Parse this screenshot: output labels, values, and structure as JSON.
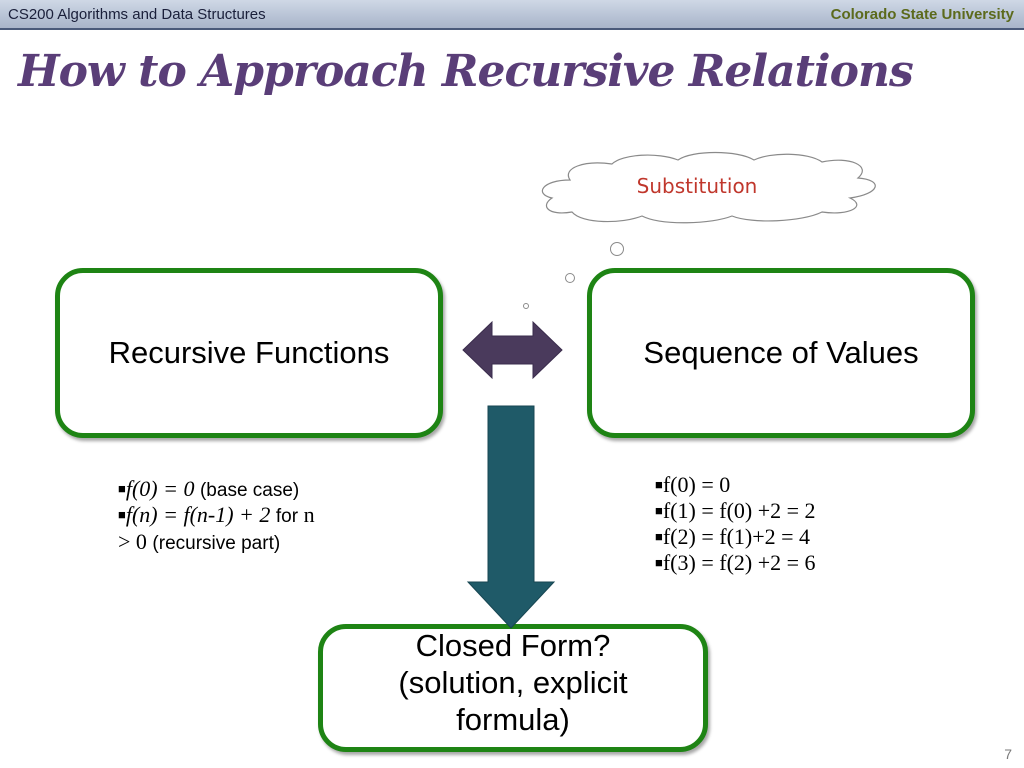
{
  "header": {
    "course": "CS200 Algorithms and Data Structures",
    "university": "Colorado State University"
  },
  "title": "How to Approach Recursive Relations",
  "cloud": {
    "label": "Substitution"
  },
  "boxes": {
    "left": "Recursive Functions",
    "right": "Sequence of Values",
    "bottom": "Closed Form?(solution, explicit formula)"
  },
  "left_bullets": {
    "line1_math": "f(0) = 0",
    "line1_note": "(base case)",
    "line2_math": "f(n) = f(n-1) + 2",
    "line2_for": "for",
    "line2_n": "n",
    "line3_math": "> 0",
    "line3_note": "(recursive part)"
  },
  "right_bullets": [
    "f(0) = 0",
    "f(1) = f(0) +2 = 2",
    "f(2) = f(1)+2 = 4",
    "f(3) = f(2) +2 = 6"
  ],
  "page_number": "7",
  "colors": {
    "title": "#5a3e78",
    "box_border": "#1e8414",
    "double_arrow": "#4a3a5c",
    "down_arrow": "#1f5a68",
    "cloud_text": "#c0372c",
    "university": "#5c6a1c"
  }
}
